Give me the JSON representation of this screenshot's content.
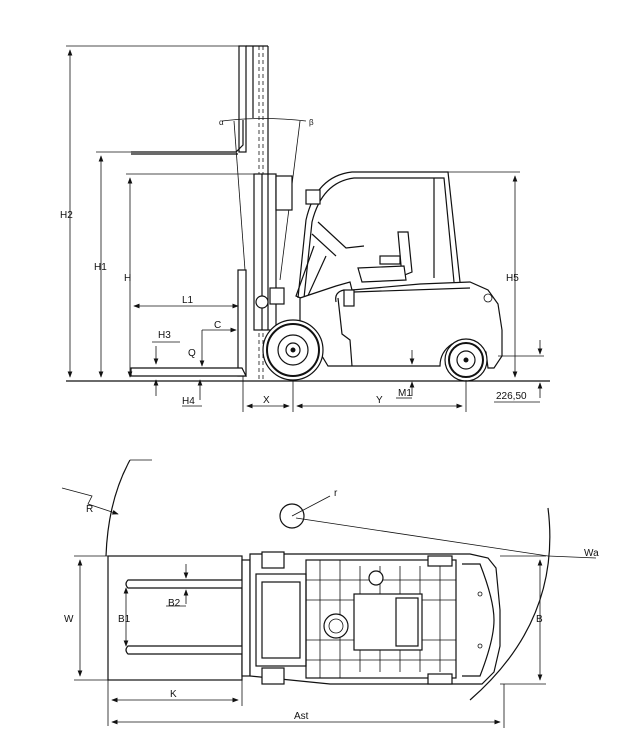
{
  "side_view": {
    "labels": {
      "h2": "H2",
      "h1": "H1",
      "h": "H",
      "h5": "H5",
      "l1": "L1",
      "c": "C",
      "h3": "H3",
      "q": "Q",
      "h4": "H4",
      "x": "X",
      "y": "Y",
      "m1": "M1",
      "alpha": "α",
      "beta": "β",
      "ground_clearance_value": "226,50"
    }
  },
  "top_view": {
    "labels": {
      "r_turn": "R",
      "r_small": "r",
      "wa": "Wa",
      "w": "W",
      "b1": "B1",
      "b2": "B2",
      "b": "B",
      "k": "K",
      "ast": "Ast"
    }
  }
}
